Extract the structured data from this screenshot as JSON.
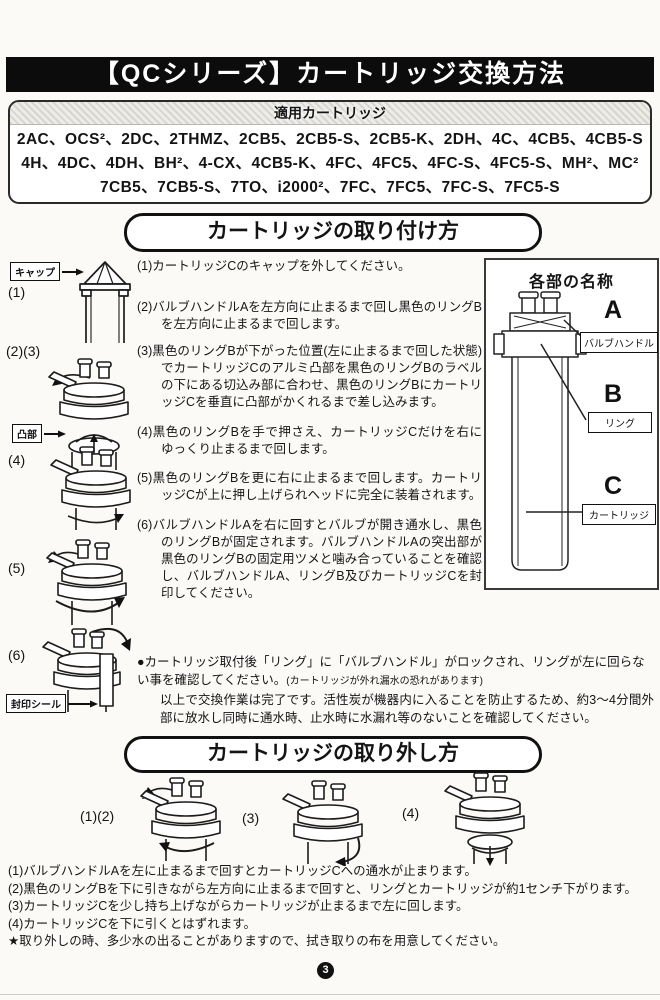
{
  "doc": {
    "title": "【QCシリーズ】カートリッジ交換方法",
    "page_number": "3"
  },
  "applicable": {
    "header": "適用カートリッジ",
    "lines": [
      "2AC、OCS²、2DC、2THMZ、2CB5、2CB5-S、2CB5-K、2DH、4C、4CB5、4CB5-S",
      "4H、4DC、4DH、BH²、4-CX、4CB5-K、4FC、4FC5、4FC-S、4FC5-S、MH²、MC²",
      "7CB5、7CB5-S、7TO、i2000²、7FC、7FC5、7FC-S、7FC5-S"
    ]
  },
  "install": {
    "title": "カートリッジの取り付け方",
    "figures": {
      "f1": "(1)",
      "f23": "(2)(3)",
      "f4": "(4)",
      "f5": "(5)",
      "f6": "(6)"
    },
    "labels": {
      "cap": "キャップ",
      "protrusion": "凸部",
      "seal": "封印シール"
    },
    "steps": [
      {
        "num": "(1)",
        "text": "カートリッジCのキャップを外してください。"
      },
      {
        "num": "(2)",
        "text": "バルブハンドルAを左方向に止まるまで回し黒色のリングBを左方向に止まるまで回します。"
      },
      {
        "num": "(3)",
        "text": "黒色のリングBが下がった位置(左に止まるまで回した状態)でカートリッジCのアルミ凸部を黒色のリングBのラベルの下にある切込み部に合わせ、黒色のリングBにカートリッジCを垂直に凸部がかくれるまで差し込みます。"
      },
      {
        "num": "(4)",
        "text": "黒色のリングBを手で押さえ、カートリッジCだけを右にゆっくり止まるまで回します。"
      },
      {
        "num": "(5)",
        "text": "黒色のリングBを更に右に止まるまで回します。カートリッジCが上に押し上げられヘッドに完全に装着されます。"
      },
      {
        "num": "(6)",
        "text": "バルブハンドルAを右に回すとバルブが開き通水し、黒色のリングBが固定されます。バルブハンドルAの突出部が黒色のリングBの固定用ツメと噛み合っていることを確認し、バルブハンドルA、リングB及びカートリッジCを封印してください。"
      }
    ],
    "note": "●カートリッジ取付後「リング」に「バルブハンドル」がロックされ、リングが左に回らない事を確認してください。",
    "note_small": "(カートリッジが外れ漏水の恐れがあります)",
    "closing": "以上で交換作業は完了です。活性炭が機器内に入ることを防止するため、約3〜4分間外部に放水し同時に通水時、止水時に水漏れ等のないことを確認してください。"
  },
  "parts": {
    "title": "各部の名称",
    "items": [
      {
        "key": "A",
        "label": "バルブハンドル"
      },
      {
        "key": "B",
        "label": "リング"
      },
      {
        "key": "C",
        "label": "カートリッジ"
      }
    ]
  },
  "removal": {
    "title": "カートリッジの取り外し方",
    "figures": {
      "f12": "(1)(2)",
      "f3": "(3)",
      "f4": "(4)"
    },
    "steps": [
      {
        "num": "(1)",
        "text": "バルブハンドルAを左に止まるまで回すとカートリッジCへの通水が止まります。"
      },
      {
        "num": "(2)",
        "text": "黒色のリングBを下に引きながら左方向に止まるまで回すと、リングとカートリッジが約1センチ下がります。"
      },
      {
        "num": "(3)",
        "text": "カートリッジCを少し持ち上げながらカートリッジが止まるまで左に回します。"
      },
      {
        "num": "(4)",
        "text": "カートリッジCを下に引くとはずれます。"
      }
    ],
    "note": "★取り外しの時、多少水の出ることがありますので、拭き取りの布を用意してください。"
  }
}
